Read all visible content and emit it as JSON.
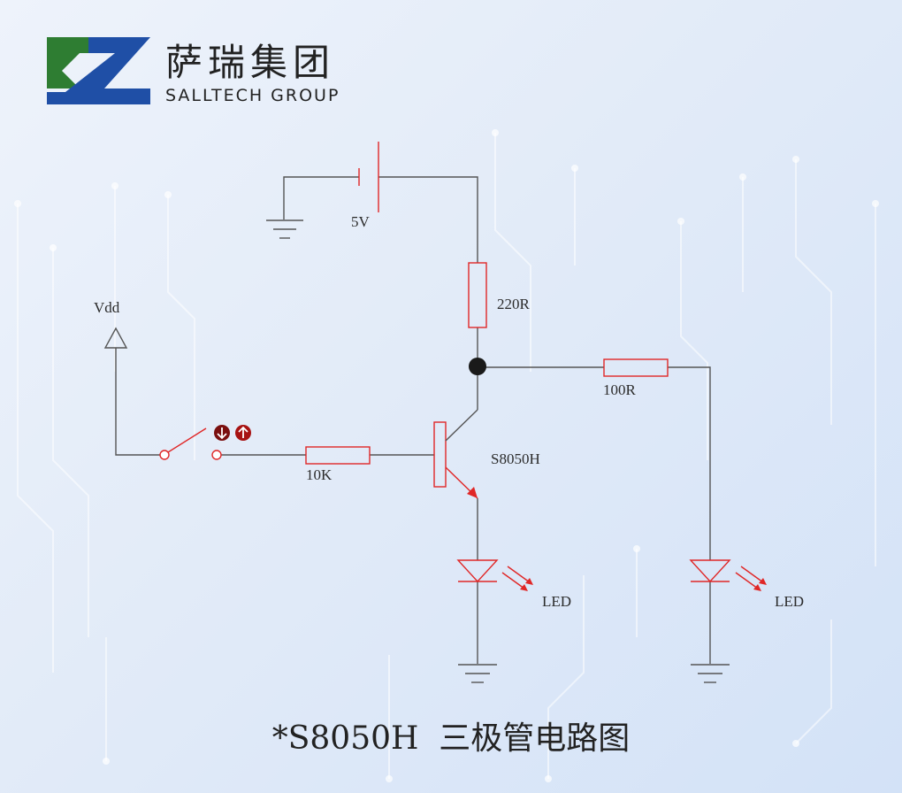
{
  "brand": {
    "name_cn": "萨瑞集团",
    "name_en": "SALLTECH GROUP",
    "logo_colors": {
      "green": "#2e7d32",
      "blue": "#1f4fa6"
    }
  },
  "circuit": {
    "battery_label": "5V",
    "collector_resistor_label": "220R",
    "led_resistor_label": "100R",
    "base_resistor_label": "10K",
    "transistor_label": "S8050H",
    "supply_label": "Vdd",
    "led1_label": "LED",
    "led2_label": "LED"
  },
  "caption": "*S8050H  三极管电路图",
  "colors": {
    "wire": "#555555",
    "component": "#e02727",
    "node": "#1a1a1a"
  }
}
